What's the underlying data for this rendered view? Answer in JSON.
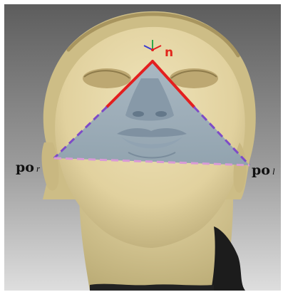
{
  "labels": {
    "nasion": "n",
    "porion_right": {
      "main": "po",
      "sub": "r"
    },
    "porion_left": {
      "main": "po",
      "sub": "l"
    }
  },
  "colors": {
    "background_gradient_top": "#5a5a5a",
    "background_gradient_bottom": "#d9d9d9",
    "face_surface": "#e5d7a8",
    "face_shadow": "#a89a68",
    "shaded_region": "#9fb0bd",
    "nasion_lines": "#e31f1f",
    "porion_dashed_lines": "#7d4bc8",
    "base_dashed_line": "#d99ad6",
    "hair_dark": "#1c1c1c"
  }
}
